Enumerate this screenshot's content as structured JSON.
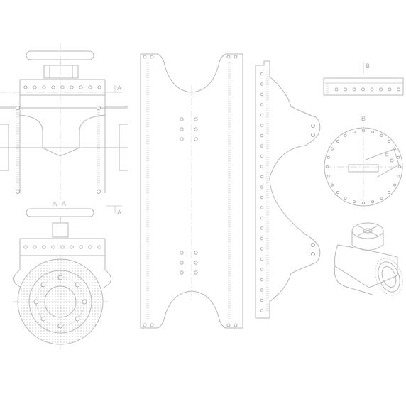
{
  "labels": {
    "section_a_top": "A",
    "section_a_bottom": "A",
    "section_aa_title": "A - A",
    "view_b_top": "B",
    "view_b_title": "B"
  },
  "colors": {
    "line": "#b8b8b8",
    "background": "#ffffff"
  }
}
